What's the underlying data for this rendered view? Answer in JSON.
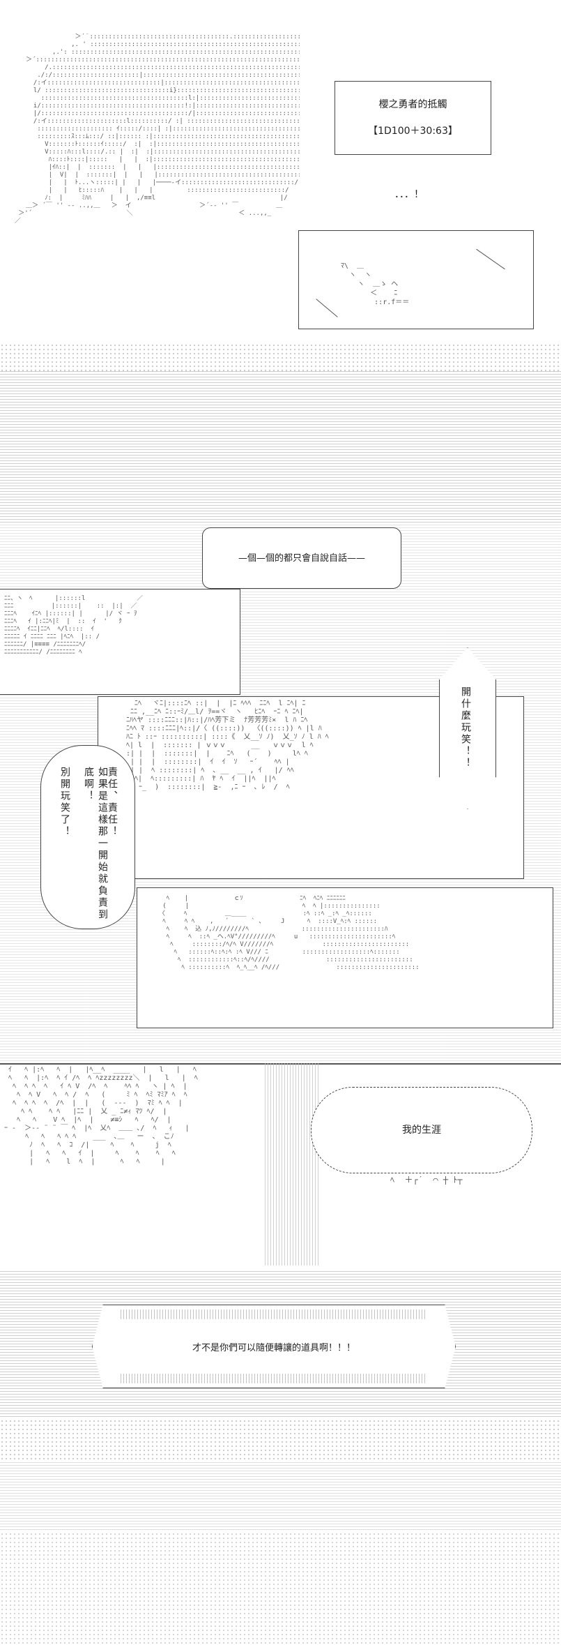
{
  "panel1": {
    "roll_title": "櫻之勇者的抵觸",
    "roll_result": "【1D100＋30:63】",
    "ellipsis": "．．．！",
    "small_box_art": "ﾏ\\  ＿\n  ヽ  ヽ\n    ヽ  ＿ゝ ヘ\n       ＜    ﾆ\n        ::r.f＝＝"
  },
  "panel2": {
    "monologue": "—個—個的都只會自說自話——",
    "exclaim_vertical": "開什麼玩笑！！",
    "speech_col1": "責任、責任！",
    "speech_col2": "如果是這樣那一開始就負責到底啊！",
    "speech_col3": "別開玩笑了！",
    "aa_smile_label": "ﾊ芳芳芳ﾐ",
    "aa_smile_label2": "ﾊ芳芳下ミ"
  },
  "panel3": {
    "thought_text": "我的生涯",
    "aa_label": "zzzzzzzz"
  },
  "panel4": {
    "shout_text": "才不是你們可以隨便轉讓的道具啊！！！"
  }
}
